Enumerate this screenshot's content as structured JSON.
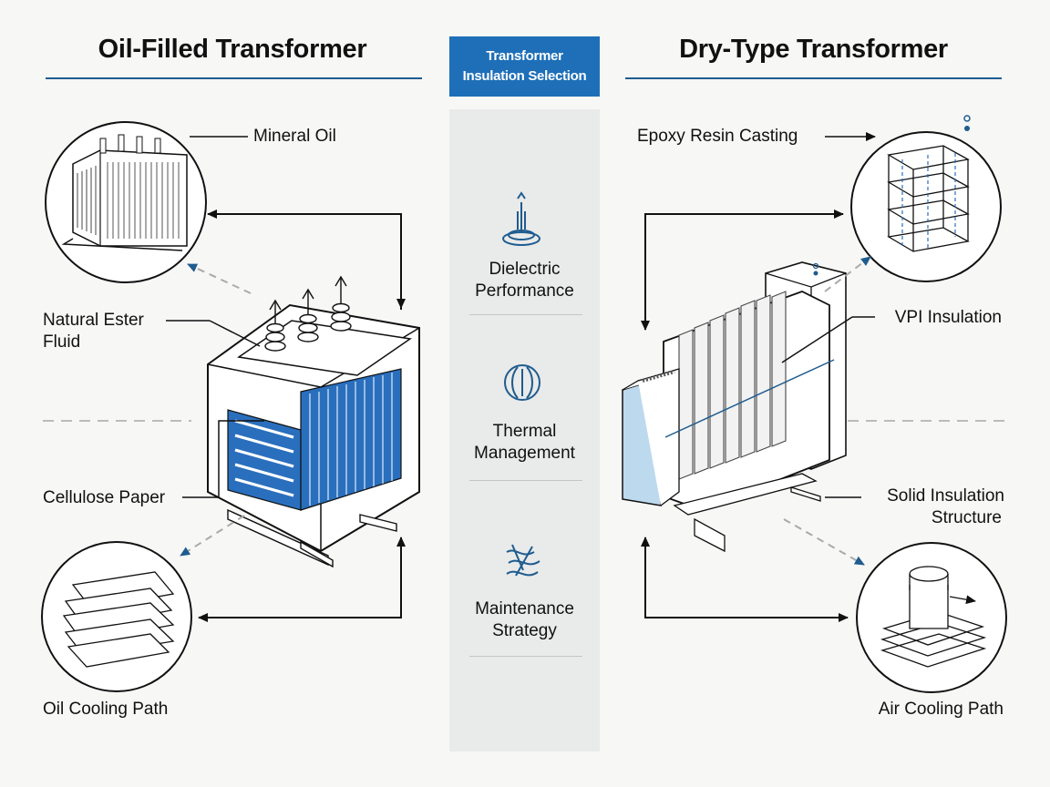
{
  "left_panel": {
    "title": "Oil-Filled Transformer",
    "labels": {
      "mineral_oil": "Mineral Oil",
      "natural_ester_line1": "Natural Ester",
      "natural_ester_line2": "Fluid",
      "cellulose_paper": "Cellulose Paper",
      "oil_cooling_path": "Oil Cooling Path"
    }
  },
  "center_panel": {
    "badge_line1": "Transformer",
    "badge_line2": "Insulation Selection",
    "criteria": [
      {
        "line1": "Dielectric",
        "line2": "Performance",
        "icon": "dielectric-icon"
      },
      {
        "line1": "Thermal",
        "line2": "Management",
        "icon": "thermal-icon"
      },
      {
        "line1": "Maintenance",
        "line2": "Strategy",
        "icon": "maintenance-icon"
      }
    ]
  },
  "right_panel": {
    "title": "Dry-Type Transformer",
    "labels": {
      "epoxy_resin": "Epoxy Resin Casting",
      "vpi_insulation": "VPI Insulation",
      "solid_insulation_line1": "Solid Insulation",
      "solid_insulation_line2": "Structure",
      "air_cooling_path": "Air Cooling Path"
    }
  },
  "colors": {
    "accent": "#1e6fb8",
    "rule": "#1f5c8f",
    "line": "#111111",
    "fin_blue": "#2a6fbd",
    "light_blue": "#bcd9ee",
    "column_bg": "#e9eaea"
  }
}
